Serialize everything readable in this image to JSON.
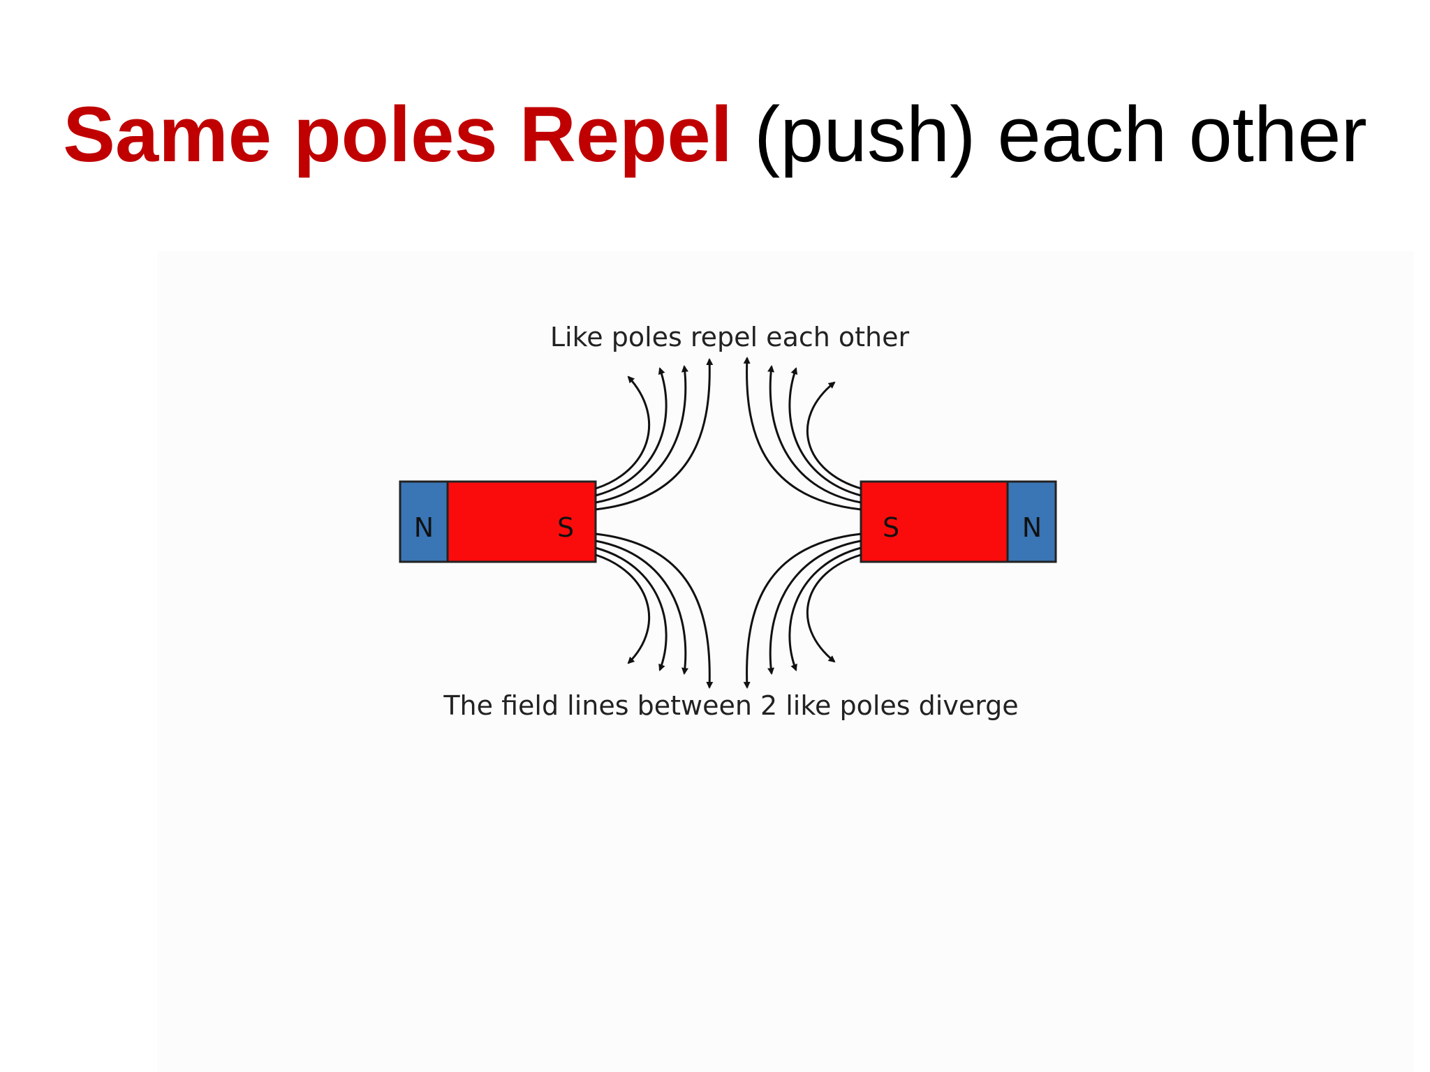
{
  "slide": {
    "title_emphasis": "Same poles Repel",
    "title_rest": " (push) each other",
    "colors": {
      "emphasis": "#c00000",
      "title_text": "#000000"
    }
  },
  "diagram": {
    "top_caption": "Like poles repel each other",
    "bottom_caption": "The field lines between 2 like poles diverge",
    "left_magnet": {
      "pole_a": "N",
      "pole_b": "S"
    },
    "right_magnet": {
      "pole_a": "S",
      "pole_b": "N"
    },
    "colors": {
      "north_pole": "#3a75b5",
      "south_pole": "#fa0c0c",
      "field_lines": "#111111"
    }
  }
}
